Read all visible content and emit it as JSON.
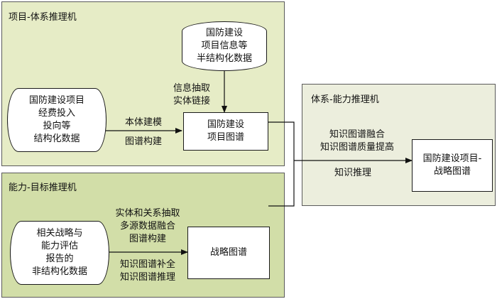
{
  "panels": {
    "project_system": {
      "title": "项目-体系推理机",
      "fill": "#e6ecc6"
    },
    "capability_goal": {
      "title": "能力-目标推理机",
      "fill": "#d2dea8"
    },
    "system_capability": {
      "title": "体系-能力推理机",
      "fill": "#eceedd"
    }
  },
  "nodes": {
    "semi_structured_data": [
      "国防建设",
      "项目信息等",
      "半结构化数据"
    ],
    "structured_data": [
      "国防建设项目",
      "经费投入",
      "投向等",
      "结构化数据"
    ],
    "project_graph": [
      "国防建设",
      "项目图谱"
    ],
    "unstructured_data": [
      "相关战略与",
      "能力评估",
      "报告的",
      "非结构化数据"
    ],
    "strategy_graph": [
      "战略图谱"
    ],
    "project_strategy_graph": [
      "国防建设项目-",
      "战略图谱"
    ]
  },
  "labels": {
    "info_extraction": [
      "信息抽取",
      "实体链接"
    ],
    "ontology_build": [
      "本体建模"
    ],
    "graph_build": [
      "图谱构建"
    ],
    "extraction_fusion": [
      "实体和关系抽取",
      "多源数据融合",
      "图谱构建"
    ],
    "completion_reasoning": [
      "知识图谱补全",
      "知识图谱推理"
    ],
    "fusion_quality": [
      "知识图谱融合",
      "知识图谱质量提高"
    ],
    "reasoning": [
      "知识推理"
    ]
  }
}
